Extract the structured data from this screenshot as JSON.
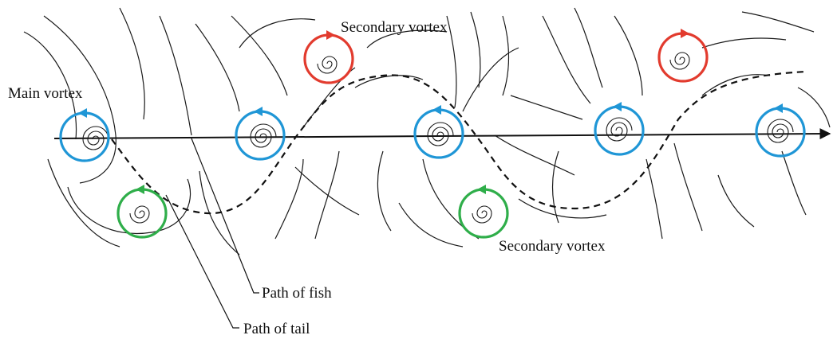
{
  "labels": {
    "main_vortex": "Main vortex",
    "secondary_vortex_top": "Secondary vortex",
    "secondary_vortex_bottom": "Secondary vortex",
    "path_of_fish": "Path of fish",
    "path_of_tail": "Path of tail"
  },
  "colors": {
    "main_vortex": "#1f96d6",
    "secondary_vortex_top": "#e23b2e",
    "secondary_vortex_bottom": "#2fae4a",
    "streamline": "#1a1a1a"
  },
  "vortices": [
    {
      "kind": "main",
      "color": "main_vortex",
      "rotation": "counterclockwise"
    },
    {
      "kind": "main",
      "color": "main_vortex",
      "rotation": "counterclockwise"
    },
    {
      "kind": "main",
      "color": "main_vortex",
      "rotation": "counterclockwise"
    },
    {
      "kind": "main",
      "color": "main_vortex",
      "rotation": "counterclockwise"
    },
    {
      "kind": "main",
      "color": "main_vortex",
      "rotation": "counterclockwise"
    },
    {
      "kind": "secondary",
      "color": "secondary_vortex_top",
      "rotation": "clockwise"
    },
    {
      "kind": "secondary",
      "color": "secondary_vortex_top",
      "rotation": "clockwise"
    },
    {
      "kind": "secondary",
      "color": "secondary_vortex_bottom",
      "rotation": "counterclockwise"
    },
    {
      "kind": "secondary",
      "color": "secondary_vortex_bottom",
      "rotation": "counterclockwise"
    }
  ]
}
